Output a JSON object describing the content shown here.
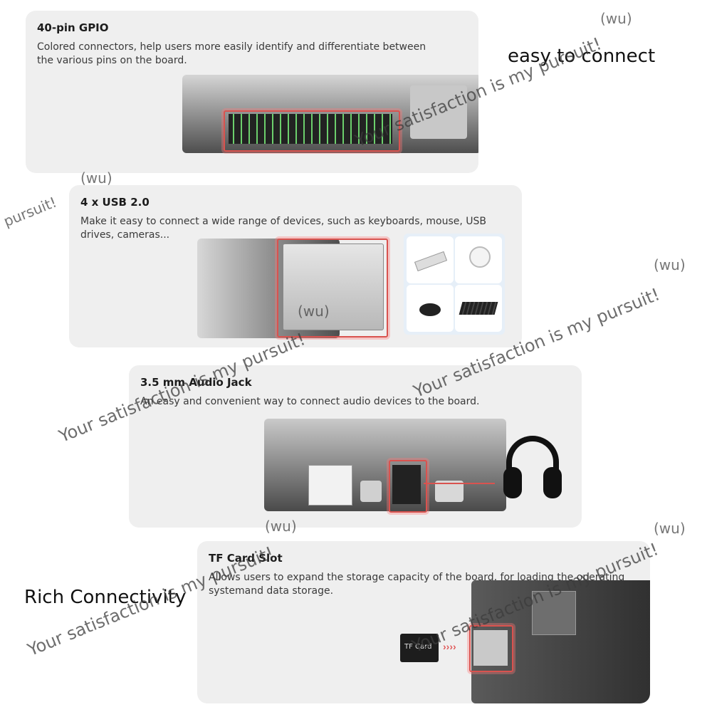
{
  "sections": [
    {
      "title": "40-pin GPIO",
      "desc": "Colored connectors, help users more easily identify and differentiate between the various pins on the board."
    },
    {
      "title": "4 x USB 2.0",
      "desc": "Make it easy to connect a wide range of devices, such as keyboards, mouse, USB drives, cameras..."
    },
    {
      "title": "3.5 mm Audio Jack",
      "desc": "An easy and convenient way to connect audio devices to the board."
    },
    {
      "title": "TF Card Slot",
      "desc": "Allows users to expand the storage capacity of the board, for loading the operating systemand data storage."
    }
  ],
  "tf_card_label": "TF Card",
  "overlay": {
    "easy_to_connect": "easy to connect",
    "rich_connectivity": "Rich Connectivity"
  },
  "watermark": {
    "text": "Your satisfaction is my pursuit!",
    "wu": "(wu)",
    "pursuit": "pursuit!"
  },
  "colors": {
    "highlight": "#d9534f",
    "card_bg": "#efefef"
  }
}
